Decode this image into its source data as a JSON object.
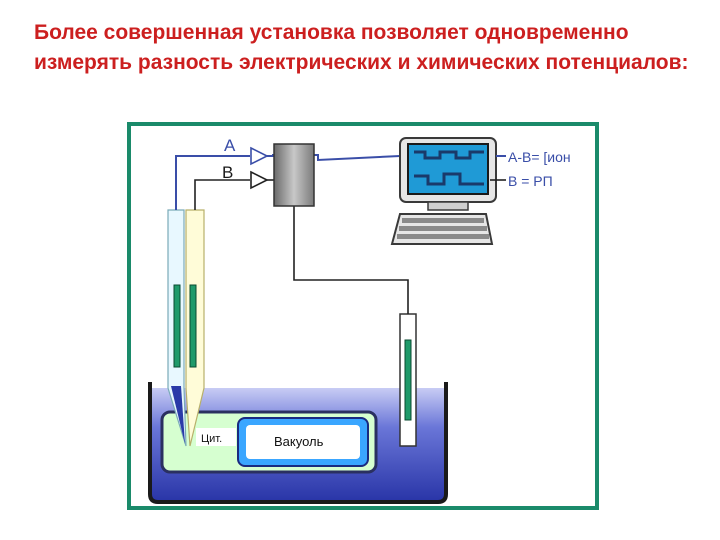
{
  "slide": {
    "title": "Более совершенная установка позволяет одновременно измерять разность электрических и химических потенциалов:"
  },
  "diagram": {
    "label_a": "А",
    "label_b": "В",
    "formula_ab": "А-В= [ион",
    "formula_b": "В = РП",
    "cytoplasm_label": "Цит.",
    "vacuole_label": "Вакуоль",
    "colors": {
      "frame": "#1a8a6a",
      "wire_blue": "#3a4ea8",
      "wire_dark": "#222222",
      "monitor_screen": "#1f9ad6",
      "electrode_green": "#1f9a6a",
      "solution": "#4a58c8",
      "cell": "#d6ffd0",
      "vacuole": "#3aa6ff"
    }
  }
}
